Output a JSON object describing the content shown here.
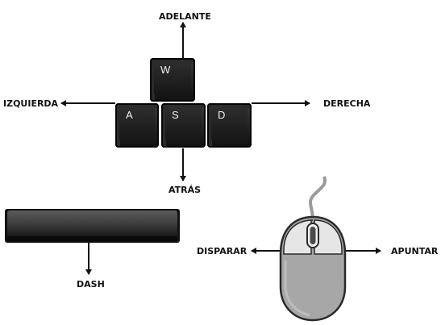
{
  "keys": {
    "w": "W",
    "a": "A",
    "s": "S",
    "d": "D"
  },
  "labels": {
    "up": "ADELANTE",
    "left": "IZQUIERDA",
    "right": "DERECHA",
    "down": "ATRÁS",
    "spacebar": "DASH",
    "mouse_left": "DISPARAR",
    "mouse_right": "APUNTAR"
  },
  "colors": {
    "key_dark": "#1a1a1a",
    "mouse_body": "#a9a9a9",
    "mouse_button": "#e2e2e2",
    "arrow": "#111111"
  },
  "icons": {
    "keyboard": "keycap",
    "spacebar": "spacebar-key",
    "mouse": "computer-mouse"
  }
}
